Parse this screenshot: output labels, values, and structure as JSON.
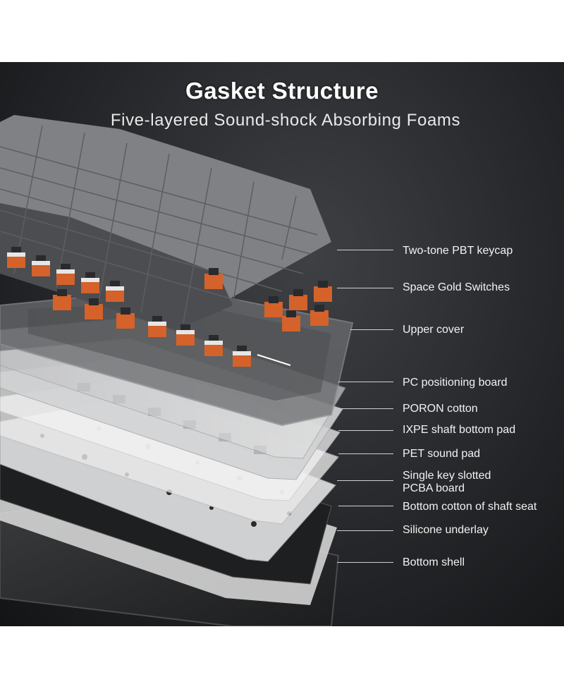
{
  "header": {
    "title": "Gasket Structure",
    "subtitle": "Five-layered Sound-shock Absorbing Foams"
  },
  "layers": [
    {
      "label": "Two-tone PBT keycap"
    },
    {
      "label": "Space Gold Switches"
    },
    {
      "label": "Upper cover"
    },
    {
      "label": "PC positioning board"
    },
    {
      "label": "PORON cotton"
    },
    {
      "label": "IXPE shaft bottom pad"
    },
    {
      "label": "PET sound pad"
    },
    {
      "label": "Single key slotted",
      "label_line2": "PCBA board"
    },
    {
      "label": "Bottom cotton of shaft seat"
    },
    {
      "label": "Silicone underlay"
    },
    {
      "label": "Bottom shell"
    }
  ],
  "colors": {
    "background": "#25272a",
    "keycap_dark": "#4a4c4f",
    "keycap_light": "#8e9093",
    "switch_orange": "#d4622a",
    "plate_light": "#d8d8d8"
  }
}
